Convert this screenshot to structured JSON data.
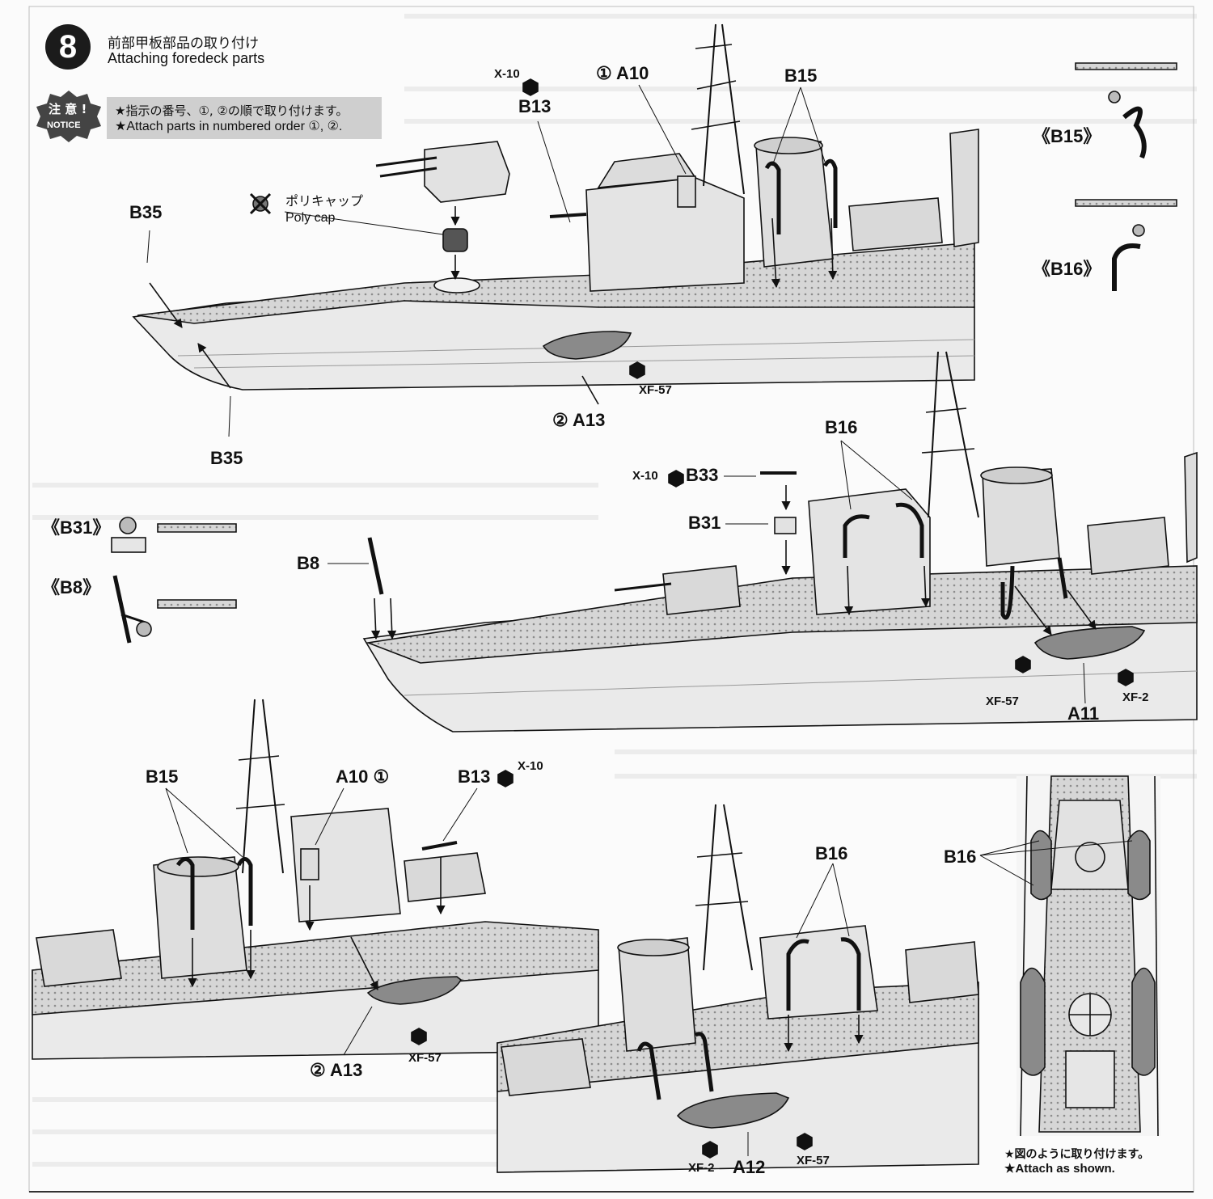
{
  "step": {
    "number": "8",
    "title_jp": "前部甲板部品の取り付け",
    "title_en": "Attaching foredeck parts"
  },
  "notice": {
    "badge_jp": "注 意 !",
    "badge_en": "NOTICE",
    "text_jp": "★指示の番号、①, ②の順で取り付けます。",
    "text_en": "★Attach parts in numbered order ①, ②."
  },
  "view1": {
    "x10": "X-10",
    "b13": "B13",
    "a10": "① A10",
    "b15": "B15",
    "b35_top": "B35",
    "b35_bottom": "B35",
    "polycap_jp": "ポリキャップ",
    "polycap_en": "Poly cap",
    "xf57": "XF-57",
    "a13": "② A13"
  },
  "detail_right": {
    "b15": "《B15》",
    "b16": "《B16》"
  },
  "detail_left": {
    "b31": "《B31》",
    "b8": "《B8》"
  },
  "view2": {
    "b16": "B16",
    "x10": "X-10",
    "b33": "B33",
    "b31": "B31",
    "b8": "B8",
    "xf57": "XF-57",
    "xf2": "XF-2",
    "a11": "A11"
  },
  "view3": {
    "b15": "B15",
    "a10": "A10 ①",
    "b13": "B13",
    "x10": "X-10",
    "xf57": "XF-57",
    "a13": "② A13"
  },
  "view4": {
    "b16": "B16",
    "xf2": "XF-2",
    "a12": "A12",
    "xf57": "XF-57"
  },
  "view5": {
    "b16": "B16",
    "note_jp": "★図のように取り付けます。",
    "note_en": "★Attach as shown."
  },
  "colors": {
    "ink": "#111111",
    "hull_fill": "#e9e9e9",
    "deck_fill": "#d0d0d0",
    "boat_fill": "#8a8a8a",
    "notice_bg": "#cfcfcf"
  }
}
